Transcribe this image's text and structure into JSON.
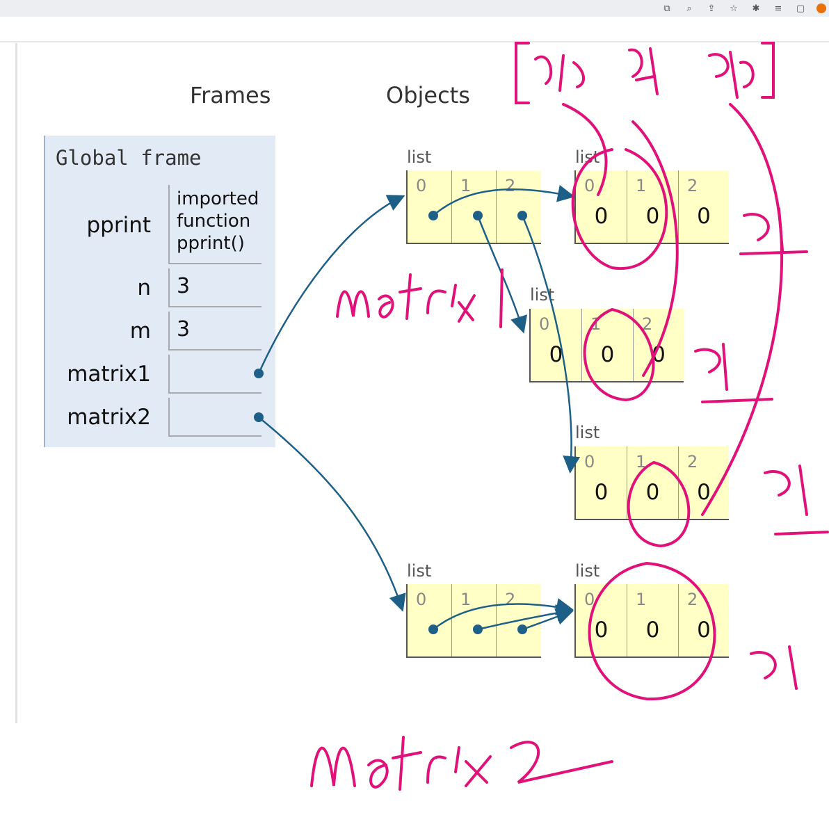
{
  "headings": {
    "frames": "Frames",
    "objects": "Objects"
  },
  "global_frame": {
    "title": "Global frame",
    "variables": [
      {
        "name": "pprint",
        "value_lines": [
          "imported",
          "function",
          "pprint()"
        ]
      },
      {
        "name": "n",
        "value": "3"
      },
      {
        "name": "m",
        "value": "3"
      },
      {
        "name": "matrix1",
        "value": ""
      },
      {
        "name": "matrix2",
        "value": ""
      }
    ]
  },
  "objects": {
    "list_label": "list",
    "lists": [
      {
        "id": "m1_outer",
        "indices": [
          "0",
          "1",
          "2"
        ],
        "values": [
          "",
          "",
          ""
        ]
      },
      {
        "id": "m1_row0",
        "indices": [
          "0",
          "1",
          "2"
        ],
        "values": [
          "0",
          "0",
          "0"
        ]
      },
      {
        "id": "m1_row1",
        "indices": [
          "0",
          "1",
          "2"
        ],
        "values": [
          "0",
          "0",
          "0"
        ]
      },
      {
        "id": "m1_row2",
        "indices": [
          "0",
          "1",
          "2"
        ],
        "values": [
          "0",
          "0",
          "0"
        ]
      },
      {
        "id": "m2_outer",
        "indices": [
          "0",
          "1",
          "2"
        ],
        "values": [
          "",
          "",
          ""
        ]
      },
      {
        "id": "m2_row",
        "indices": [
          "0",
          "1",
          "2"
        ],
        "values": [
          "0",
          "0",
          "0"
        ]
      }
    ]
  },
  "colors": {
    "arrow": "#1d5f86",
    "ink": "#e0127a",
    "frame_bg": "#e2eaf6",
    "cell_bg": "#ffffc6"
  },
  "toolbar_icons": [
    "translate-icon",
    "zoom-icon",
    "share-icon",
    "star-icon",
    "extension-icon",
    "media-icon",
    "sidepanel-icon",
    "profile-avatar"
  ]
}
